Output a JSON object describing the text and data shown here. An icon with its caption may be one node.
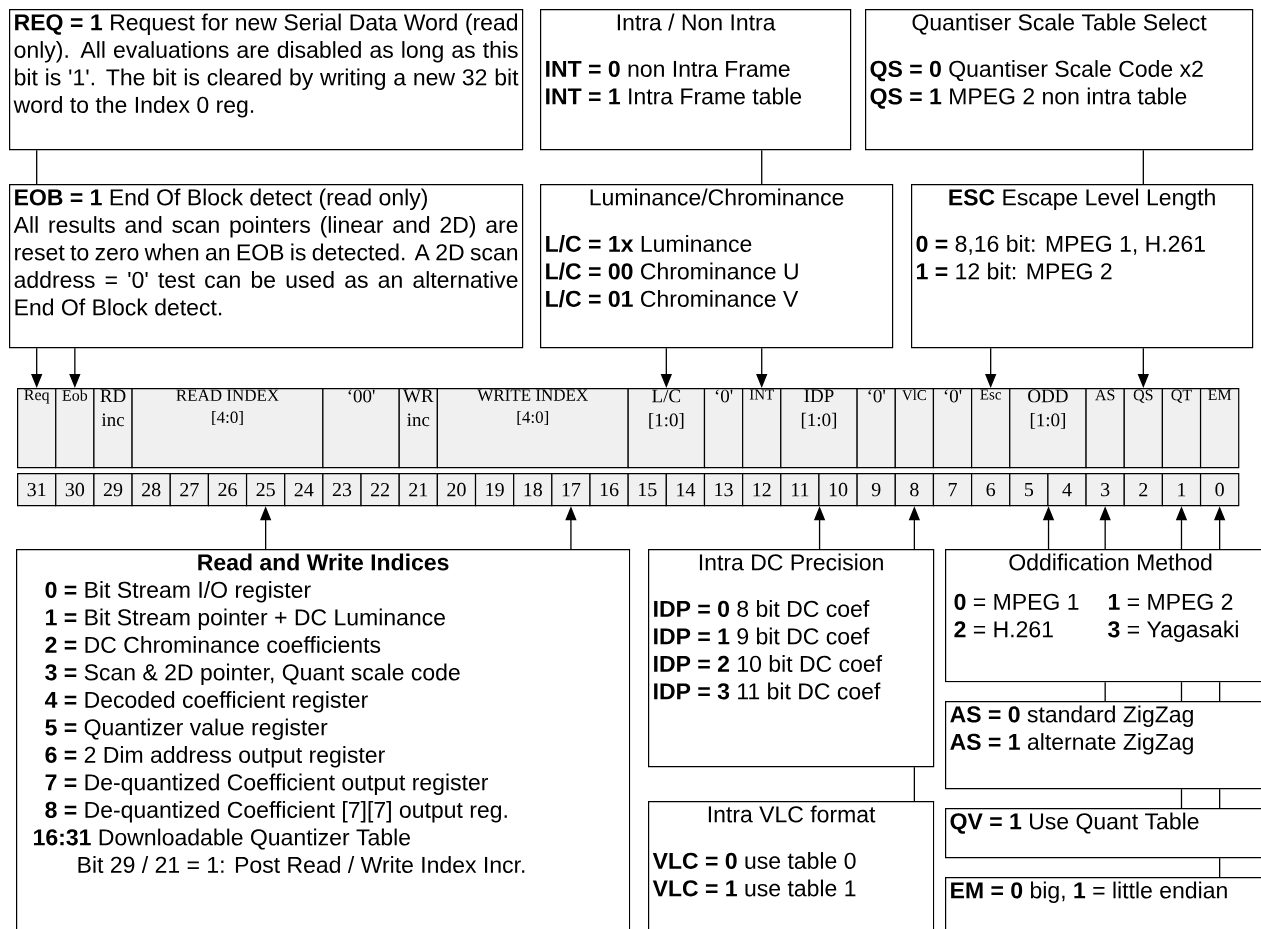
{
  "diagram": {
    "nodes": [
      {
        "text": [
          "**REQ = 1** Request for new Serial Data Word (read only). All evaluations are disabled as long as this bit is '1'. The bit is cleared by writing a new 32 bit word to the Index 0 reg."
        ]
      },
      {
        "text": [
          "Intra / Non Intra",
          "**INT = 0** non Intra Frame",
          "**INT = 1** Intra Frame table"
        ]
      },
      {
        "text": [
          "Quantiser Scale Table Select",
          "**QS = 0** Quantiser Scale Code x2",
          "**QS = 1** MPEG 2 non intra table"
        ]
      },
      {
        "text": [
          "**EOB = 1** End Of Block detect (read only)",
          "All results and scan pointers (linear and 2D) are reset to zero when an EOB is detected. A 2D scan address = '0' test can be used as an alternative End Of Block detect."
        ]
      },
      {
        "text": [
          "Luminance/Chrominance",
          "**L/C = 1x** Luminance",
          "**L/C = 00** Chrominance U",
          "**L/C = 01** Chrominance V"
        ]
      },
      {
        "text": [
          "**ESC** Escape Level Length",
          "**0 =** 8,16 bit: MPEG 1, H.261",
          "**1 =** 12 bit: MPEG 2"
        ]
      },
      {
        "text": [
          "Req"
        ]
      },
      {
        "text": [
          "Eob"
        ]
      },
      {
        "text": [
          "RD inc"
        ]
      },
      {
        "text": [
          "READ INDEX [4:0]"
        ]
      },
      {
        "text": [
          "‘00'"
        ]
      },
      {
        "text": [
          "WR inc"
        ]
      },
      {
        "text": [
          "WRITE INDEX [4:0]"
        ]
      },
      {
        "text": [
          "L/C [1:0]"
        ]
      },
      {
        "text": [
          "‘0'"
        ]
      },
      {
        "text": [
          "INT"
        ]
      },
      {
        "text": [
          "IDP [1:0]"
        ]
      },
      {
        "text": [
          "‘0'"
        ]
      },
      {
        "text": [
          "VlC"
        ]
      },
      {
        "text": [
          "‘0'"
        ]
      },
      {
        "text": [
          "Esc"
        ]
      },
      {
        "text": [
          "ODD [1:0]"
        ]
      },
      {
        "text": [
          "AS"
        ]
      },
      {
        "text": [
          "QS"
        ]
      },
      {
        "text": [
          "QT"
        ]
      },
      {
        "text": [
          "EM"
        ]
      },
      {
        "text": [
          "31"
        ]
      },
      {
        "text": [
          "30"
        ]
      },
      {
        "text": [
          "29"
        ]
      },
      {
        "text": [
          "28"
        ]
      },
      {
        "text": [
          "27"
        ]
      },
      {
        "text": [
          "26"
        ]
      },
      {
        "text": [
          "25"
        ]
      },
      {
        "text": [
          "24"
        ]
      },
      {
        "text": [
          "23"
        ]
      },
      {
        "text": [
          "22"
        ]
      },
      {
        "text": [
          "21"
        ]
      },
      {
        "text": [
          "20"
        ]
      },
      {
        "text": [
          "19"
        ]
      },
      {
        "text": [
          "18"
        ]
      },
      {
        "text": [
          "17"
        ]
      },
      {
        "text": [
          "16"
        ]
      },
      {
        "text": [
          "15"
        ]
      },
      {
        "text": [
          "14"
        ]
      },
      {
        "text": [
          "13"
        ]
      },
      {
        "text": [
          "12"
        ]
      },
      {
        "text": [
          "11"
        ]
      },
      {
        "text": [
          "10"
        ]
      },
      {
        "text": [
          "9"
        ]
      },
      {
        "text": [
          "8"
        ]
      },
      {
        "text": [
          "7"
        ]
      },
      {
        "text": [
          "6"
        ]
      },
      {
        "text": [
          "5"
        ]
      },
      {
        "text": [
          "4"
        ]
      },
      {
        "text": [
          "3"
        ]
      },
      {
        "text": [
          "2"
        ]
      },
      {
        "text": [
          "1"
        ]
      },
      {
        "text": [
          "0"
        ]
      },
      {
        "text": [
          "Read and Write Indices",
          "**0 =** Bit Stream I/O register",
          "**1 =** Bit Stream pointer + DC Luminance",
          "**2 =** DC Chrominance coefficients",
          "**3 =** Scan & 2D pointer, Quant scale code",
          "**4 =** Decoded coefficient register",
          "**5 =** Quantizer value register",
          "**6 =** 2 Dim address output register",
          "**7 =** De-quantized Coefficient output register",
          "**8 =** De-quantized Coefficient [7][7] output reg.",
          "**16:31** Downloadable Quantizer Table",
          "Bit 29 / 21 = 1: Post Read / Write Index Incr."
        ]
      },
      {
        "text": [
          "Intra DC Precision",
          "**IDP = 0** 8 bit DC coef",
          "**IDP = 1** 9 bit DC coef",
          "**IDP = 2** 10 bit DC coef",
          "**IDP = 3** 11 bit DC coef"
        ]
      },
      {
        "text": [
          "Oddification Method",
          "**0** = MPEG 1",
          "**1** = MPEG 2",
          "**2** = H.261",
          "**3** = Yagasaki"
        ]
      },
      {
        "text": [
          "**AS = 0** standard ZigZag",
          "**AS = 1** alternate ZigZag"
        ]
      },
      {
        "text": [
          "Intra VLC format",
          "**VLC = 0** use table 0",
          "**VLC = 1** use table 1"
        ]
      },
      {
        "text": [
          "**QV = 1** Use Quant Table"
        ]
      },
      {
        "text": [
          "**EM = 0** big, **1** = little endian"
        ]
      }
    ],
    "edges": [
      {
        "from": 0,
        "to": 3,
        "arrow": "none"
      },
      {
        "from": 1,
        "to": 4,
        "arrow": "none"
      },
      {
        "from": 2,
        "to": 5,
        "arrow": "none"
      },
      {
        "from": 3,
        "to": 6,
        "arrow": "to"
      },
      {
        "from": 3,
        "to": 7,
        "arrow": "to"
      },
      {
        "from": 4,
        "to": 13,
        "arrow": "to"
      },
      {
        "from": 4,
        "to": 15,
        "arrow": "to"
      },
      {
        "from": 5,
        "to": 20,
        "arrow": "to"
      },
      {
        "from": 5,
        "to": 23,
        "arrow": "to"
      },
      {
        "from": 58,
        "to": 32,
        "arrow": "to"
      },
      {
        "from": 58,
        "to": 40,
        "arrow": "to"
      },
      {
        "from": 59,
        "to": 46,
        "arrow": "to"
      },
      {
        "from": 59,
        "to": 49,
        "arrow": "to"
      },
      {
        "from": 62,
        "to": 59,
        "arrow": "none"
      },
      {
        "from": 60,
        "to": 52,
        "arrow": "to"
      },
      {
        "from": 60,
        "to": 54,
        "arrow": "to"
      },
      {
        "from": 60,
        "to": 56,
        "arrow": "to"
      },
      {
        "from": 60,
        "to": 57,
        "arrow": "to"
      },
      {
        "from": 61,
        "to": 60,
        "arrow": "none"
      },
      {
        "from": 61,
        "to": 60,
        "arrow": "none"
      },
      {
        "from": 61,
        "to": 60,
        "arrow": "none"
      },
      {
        "from": 63,
        "to": 61,
        "arrow": "none"
      },
      {
        "from": 63,
        "to": 61,
        "arrow": "none"
      },
      {
        "from": 64,
        "to": 63,
        "arrow": "none"
      }
    ]
  }
}
